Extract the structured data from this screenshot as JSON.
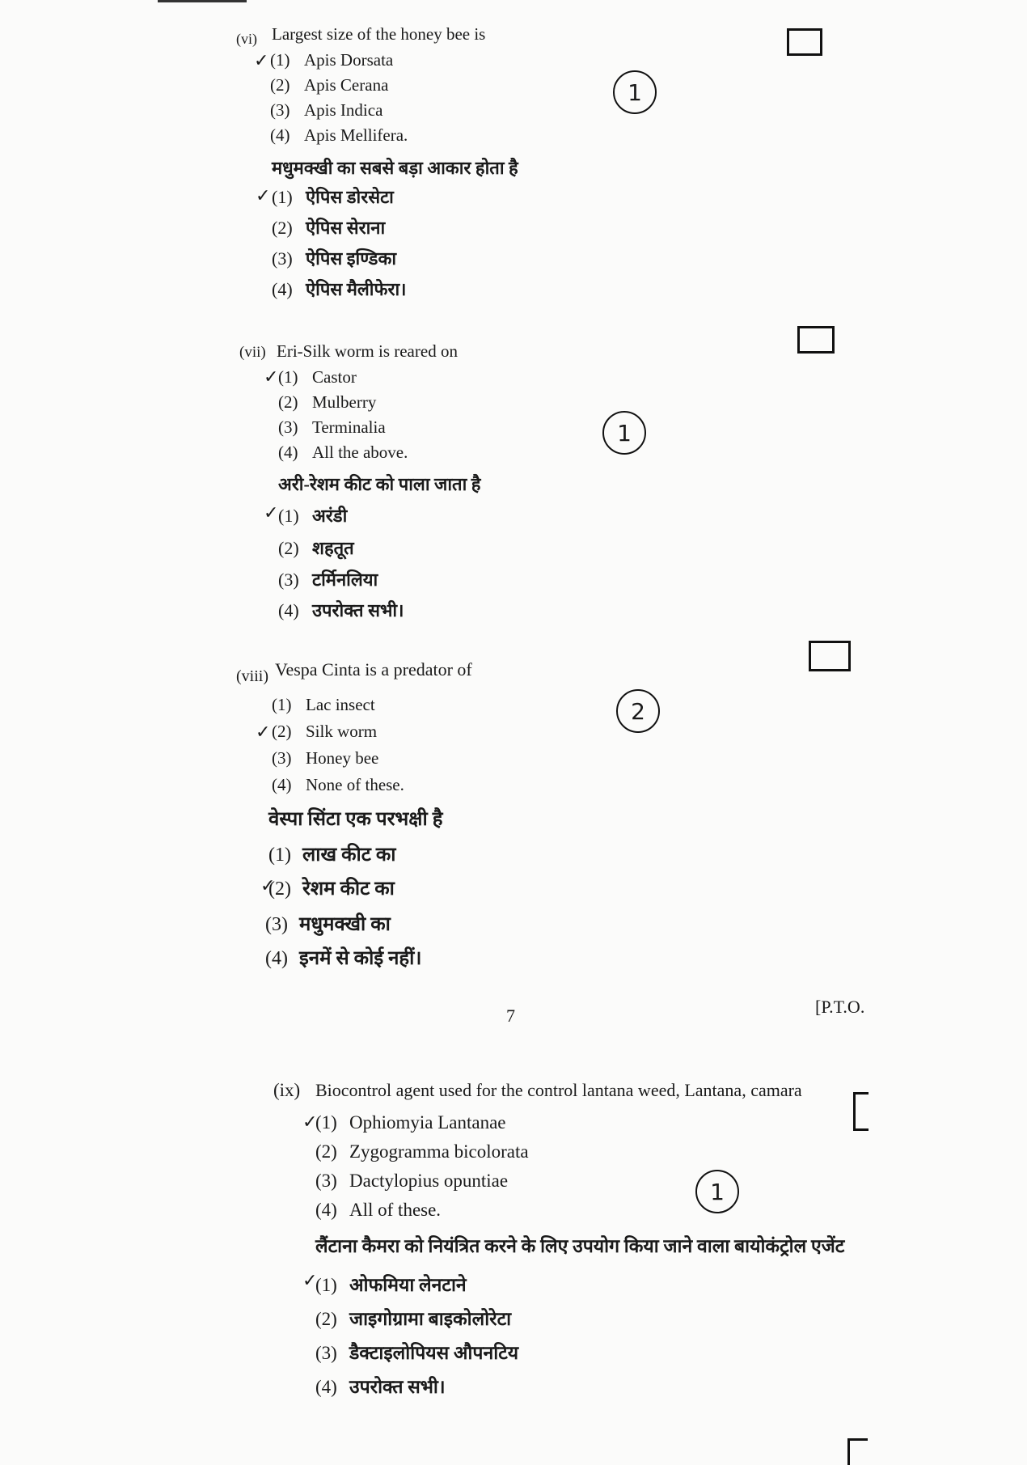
{
  "questions": [
    {
      "num": "(vi)",
      "text": "Largest size of the honey bee is",
      "options": [
        {
          "num": "(1)",
          "text": "Apis Dorsata"
        },
        {
          "num": "(2)",
          "text": "Apis Cerana"
        },
        {
          "num": "(3)",
          "text": "Apis Indica"
        },
        {
          "num": "(4)",
          "text": "Apis Mellifera."
        }
      ],
      "hindi_text": "मधुमक्खी का सबसे बड़ा आकार होता है",
      "hindi_options": [
        {
          "num": "(1)",
          "text": "ऐपिस डोरसेटा"
        },
        {
          "num": "(2)",
          "text": "ऐपिस सेराना"
        },
        {
          "num": "(3)",
          "text": "ऐपिस इण्डिका"
        },
        {
          "num": "(4)",
          "text": "ऐपिस मैलीफेरा।"
        }
      ],
      "answer": "1"
    },
    {
      "num": "(vii)",
      "text": "Eri-Silk worm is reared on",
      "options": [
        {
          "num": "(1)",
          "text": "Castor"
        },
        {
          "num": "(2)",
          "text": "Mulberry"
        },
        {
          "num": "(3)",
          "text": "Terminalia"
        },
        {
          "num": "(4)",
          "text": "All the above."
        }
      ],
      "hindi_text": "अरी-रेशम कीट को पाला जाता है",
      "hindi_options": [
        {
          "num": "(1)",
          "text": "अरंडी"
        },
        {
          "num": "(2)",
          "text": "शहतूत"
        },
        {
          "num": "(3)",
          "text": "टर्मिनलिया"
        },
        {
          "num": "(4)",
          "text": "उपरोक्त सभी।"
        }
      ],
      "answer": "1"
    },
    {
      "num": "(viii)",
      "text": "Vespa Cinta is a predator of",
      "options": [
        {
          "num": "(1)",
          "text": "Lac insect"
        },
        {
          "num": "(2)",
          "text": "Silk worm"
        },
        {
          "num": "(3)",
          "text": "Honey bee"
        },
        {
          "num": "(4)",
          "text": "None of these."
        }
      ],
      "hindi_text": "वेस्पा सिंटा एक परभक्षी है",
      "hindi_options": [
        {
          "num": "(1)",
          "text": "लाख कीट का"
        },
        {
          "num": "(2)",
          "text": "रेशम कीट का"
        },
        {
          "num": "(3)",
          "text": "मधुमक्खी का"
        },
        {
          "num": "(4)",
          "text": "इनमें से कोई नहीं।"
        }
      ],
      "answer": "2"
    },
    {
      "num": "(ix)",
      "text": "Biocontrol agent used for the control lantana weed, Lantana, camara",
      "options": [
        {
          "num": "(1)",
          "text": "Ophiomyia Lantanae"
        },
        {
          "num": "(2)",
          "text": "Zygogramma bicolorata"
        },
        {
          "num": "(3)",
          "text": "Dactylopius opuntiae"
        },
        {
          "num": "(4)",
          "text": "All of these."
        }
      ],
      "hindi_text": "लैंटाना कैमरा को नियंत्रित करने के लिए उपयोग किया जाने वाला बायोकंट्रोल एजेंट",
      "hindi_options": [
        {
          "num": "(1)",
          "text": "ओफमिया लेनटाने"
        },
        {
          "num": "(2)",
          "text": "जाइगोग्रामा बाइकोलोरेटा"
        },
        {
          "num": "(3)",
          "text": "डैक्टाइलोपियस औपनटिय"
        },
        {
          "num": "(4)",
          "text": "उपरोक्त सभी।"
        }
      ],
      "answer": "1"
    }
  ],
  "footer": {
    "page_number": "7",
    "pto": "[P.T.O."
  },
  "tick_mark": "✓"
}
